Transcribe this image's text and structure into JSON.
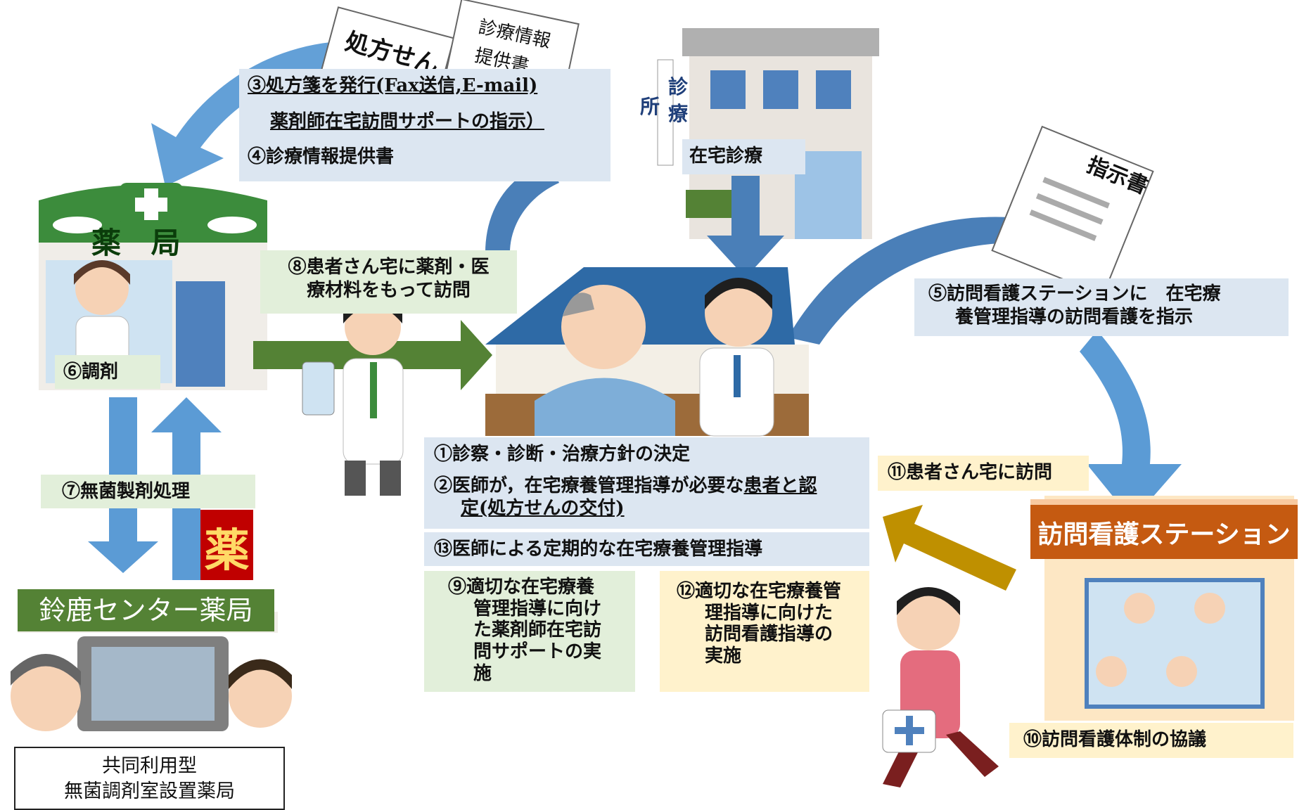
{
  "documents": {
    "prescription": "処方せん",
    "clinical_info_line1": "診療情報",
    "clinical_info_line2": "提供書",
    "instruction": "指示書"
  },
  "places": {
    "clinic_sign_left": "所",
    "clinic_sign_right": "診療",
    "pharmacy_sign": "薬 局",
    "center_pharmacy": "鈴鹿センター薬局",
    "kusuri_sign": "薬",
    "nursing_station": "訪問看護ステーション",
    "shared_room_line1": "共同利用型",
    "shared_room_line2": "無菌調剤室設置薬局"
  },
  "steps": {
    "s3_line1": "③処方箋を発行(Fax送信,E-mail)",
    "s3_line2": "薬剤師在宅訪問サポートの指示）",
    "s4": "④診療情報提供書",
    "home_care": "在宅診療",
    "s8_line1": "⑧患者さん宅に薬剤・医",
    "s8_line2": "療材料をもって訪問",
    "s6": "⑥調剤",
    "s7": "⑦無菌製剤処理",
    "s5_line1": "⑤訪問看護ステーションに　在宅療",
    "s5_line2": "養管理指導の訪問看護を指示",
    "s1": "①診察・診断・治療方針の決定",
    "s2_part1": "②医師が，在宅療養管理指導が必要な",
    "s2_part2": "患者と認",
    "s2_line2": "定(処方せんの交付)",
    "s13": "⑬医師による定期的な在宅療養管理指導",
    "s9_line1": "⑨適切な在宅療養",
    "s9_line2": "管理指導に向け",
    "s9_line3": "た薬剤師在宅訪",
    "s9_line4": "問サポートの実",
    "s9_line5": "施",
    "s12_line1": "⑫適切な在宅療養管",
    "s12_line2": "理指導に向けた",
    "s12_line3": "訪問看護指導の",
    "s12_line4": "実施",
    "s11": "⑪患者さん宅に訪問",
    "s10": "⑩訪問看護体制の協議"
  },
  "colors": {
    "arrow_blue": "#5b9bd5",
    "arrow_blue_dark": "#4a7fb8",
    "arrow_green": "#548235",
    "arrow_gold": "#bf9000",
    "station_orange": "#c55a11",
    "center_green": "#548235",
    "label_blue": "#dce6f1",
    "label_green": "#e2efda",
    "label_cream": "#fff2cc"
  }
}
